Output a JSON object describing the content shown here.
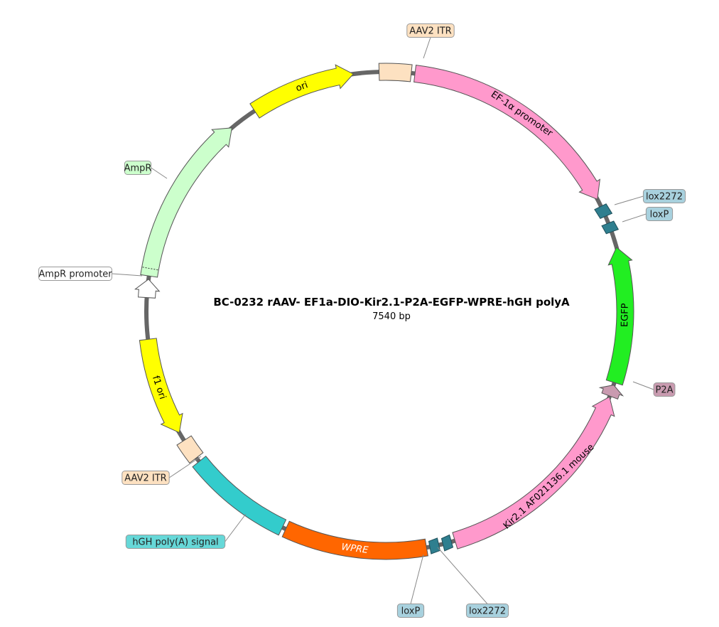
{
  "plasmid": {
    "name": "BC-0232   rAAV- EF1a-DIO-Kir2.1-P2A-EGFP-WPRE-hGH polyA",
    "length_label": "7540 bp"
  },
  "features": [
    {
      "id": "ori",
      "label": "ori",
      "type": "arrow",
      "dir": "cw",
      "color": "#ffff00",
      "text": "#000000",
      "inside": true
    },
    {
      "id": "aav2-itr-top",
      "label": "AAV2 ITR",
      "type": "box",
      "color": "#fde1c1",
      "text": "#000000",
      "inside": false
    },
    {
      "id": "ef1a-promoter",
      "label": "EF-1α promoter",
      "type": "arrow",
      "dir": "cw",
      "color": "#ff99cc",
      "text": "#000000",
      "inside": true
    },
    {
      "id": "lox2272-right",
      "label": "lox2272",
      "type": "site",
      "color": "#2f7f8f",
      "labelColor": "#a8d1de",
      "text": "#000000",
      "inside": false
    },
    {
      "id": "loxp-right",
      "label": "loxP",
      "type": "site",
      "color": "#2f7f8f",
      "labelColor": "#a8d1de",
      "text": "#000000",
      "inside": false
    },
    {
      "id": "egfp",
      "label": "EGFP",
      "type": "arrow",
      "dir": "ccw",
      "color": "#22ee22",
      "text": "#000000",
      "inside": true
    },
    {
      "id": "p2a",
      "label": "P2A",
      "type": "arrow",
      "dir": "ccw",
      "color": "#c99bb0",
      "text": "#000000",
      "inside": false
    },
    {
      "id": "kir21",
      "label": "Kir2.1 AF021136.1 mouse",
      "type": "arrow",
      "dir": "ccw",
      "color": "#ff99cc",
      "text": "#000000",
      "inside": true
    },
    {
      "id": "lox2272-bottom",
      "label": "lox2272",
      "type": "site",
      "color": "#2f7f8f",
      "labelColor": "#a8d1de",
      "text": "#000000",
      "inside": false
    },
    {
      "id": "loxp-bottom",
      "label": "loxP",
      "type": "site",
      "color": "#2f7f8f",
      "labelColor": "#a8d1de",
      "text": "#000000",
      "inside": false
    },
    {
      "id": "wpre",
      "label": "WPRE",
      "type": "box",
      "color": "#ff6600",
      "text": "#ffffff",
      "inside": true
    },
    {
      "id": "hgh-polya",
      "label": "hGH poly(A) signal",
      "type": "box",
      "color": "#33cccc",
      "labelColor": "#66d8d8",
      "text": "#000000",
      "inside": false
    },
    {
      "id": "aav2-itr-bottom",
      "label": "AAV2 ITR",
      "type": "box",
      "color": "#fde1c1",
      "text": "#000000",
      "inside": false
    },
    {
      "id": "f1-ori",
      "label": "f1 ori",
      "type": "arrow",
      "dir": "ccw",
      "color": "#ffff00",
      "text": "#000000",
      "inside": true
    },
    {
      "id": "ampr-promoter",
      "label": "AmpR promoter",
      "type": "arrow",
      "dir": "cw",
      "color": "#ffffff",
      "text": "#000000",
      "inside": false
    },
    {
      "id": "ampr",
      "label": "AmpR",
      "type": "arrow",
      "dir": "cw",
      "color": "#ccffcc",
      "labelColor": "#ccffcc",
      "text": "#000000",
      "inside": false
    }
  ]
}
